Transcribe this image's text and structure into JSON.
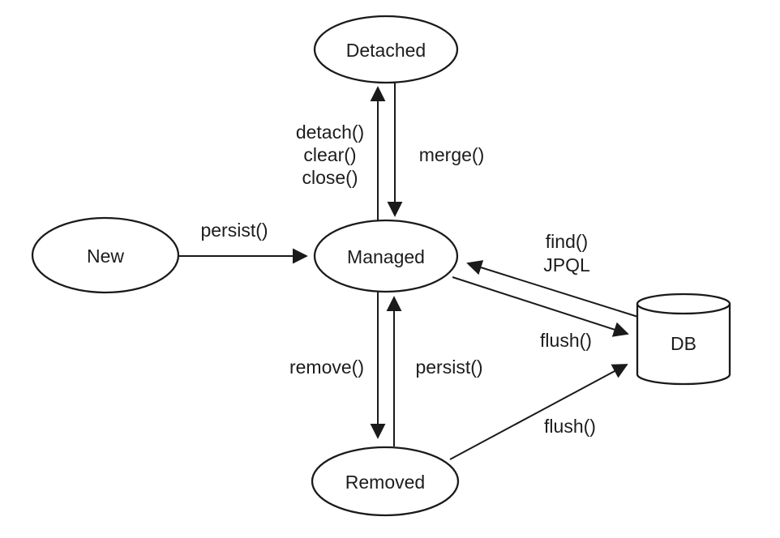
{
  "diagram": {
    "background": "#ffffff",
    "stroke_color": "#1a1a1a",
    "nodes": {
      "new": {
        "label": "New",
        "shape": "ellipse"
      },
      "detached": {
        "label": "Detached",
        "shape": "ellipse"
      },
      "managed": {
        "label": "Managed",
        "shape": "ellipse"
      },
      "removed": {
        "label": "Removed",
        "shape": "ellipse"
      },
      "db": {
        "label": "DB",
        "shape": "cylinder"
      }
    },
    "edges": {
      "new_to_managed": {
        "label": "persist()",
        "from": "New",
        "to": "Managed"
      },
      "managed_to_detached": {
        "labels": [
          "detach()",
          "clear()",
          "close()"
        ],
        "from": "Managed",
        "to": "Detached"
      },
      "detached_to_managed": {
        "label": "merge()",
        "from": "Detached",
        "to": "Managed"
      },
      "db_to_managed": {
        "labels": [
          "find()",
          "JPQL"
        ],
        "from": "DB",
        "to": "Managed"
      },
      "managed_to_db": {
        "label": "flush()",
        "from": "Managed",
        "to": "DB"
      },
      "managed_to_removed": {
        "label": "remove()",
        "from": "Managed",
        "to": "Removed"
      },
      "removed_to_managed": {
        "label": "persist()",
        "from": "Removed",
        "to": "Managed"
      },
      "removed_to_db": {
        "label": "flush()",
        "from": "Removed",
        "to": "DB"
      }
    }
  }
}
